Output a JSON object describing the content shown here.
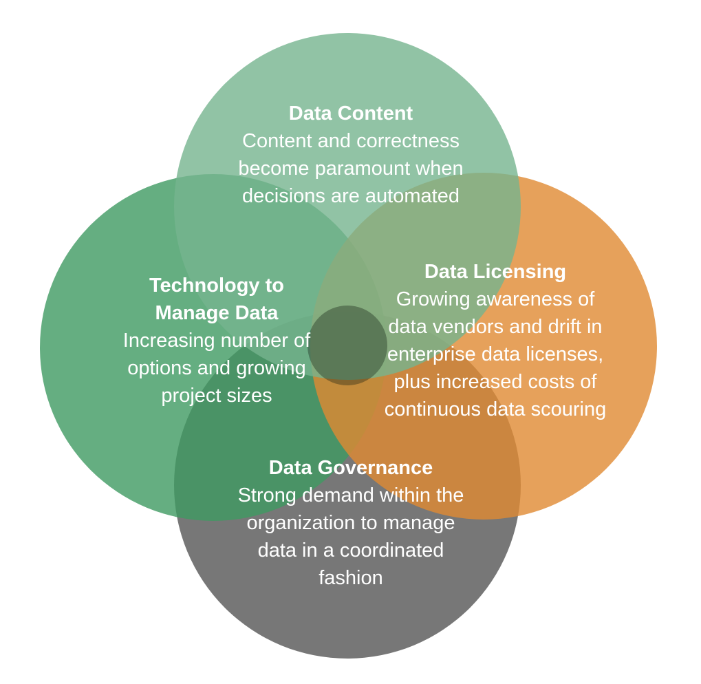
{
  "diagram": {
    "circles": [
      {
        "id": "content",
        "color": "#76b48f",
        "title": "Data Content",
        "description": "Content and correctness\nbecome paramount when\ndecisions are automated"
      },
      {
        "id": "tech",
        "color": "#3f9a62",
        "title": "Technology to\nManage Data",
        "description": "Increasing number of\noptions and growing\nproject sizes"
      },
      {
        "id": "licensing",
        "color": "#e08a32",
        "title": "Data Licensing",
        "description": "Growing awareness of\ndata vendors and drift in\nenterprise data licenses,\nplus increased costs of\ncontinuous data scouring"
      },
      {
        "id": "governance",
        "color": "#555555",
        "title": "Data Governance",
        "description": "Strong demand within the\norganization to manage\ndata in a coordinated\nfashion"
      }
    ]
  }
}
